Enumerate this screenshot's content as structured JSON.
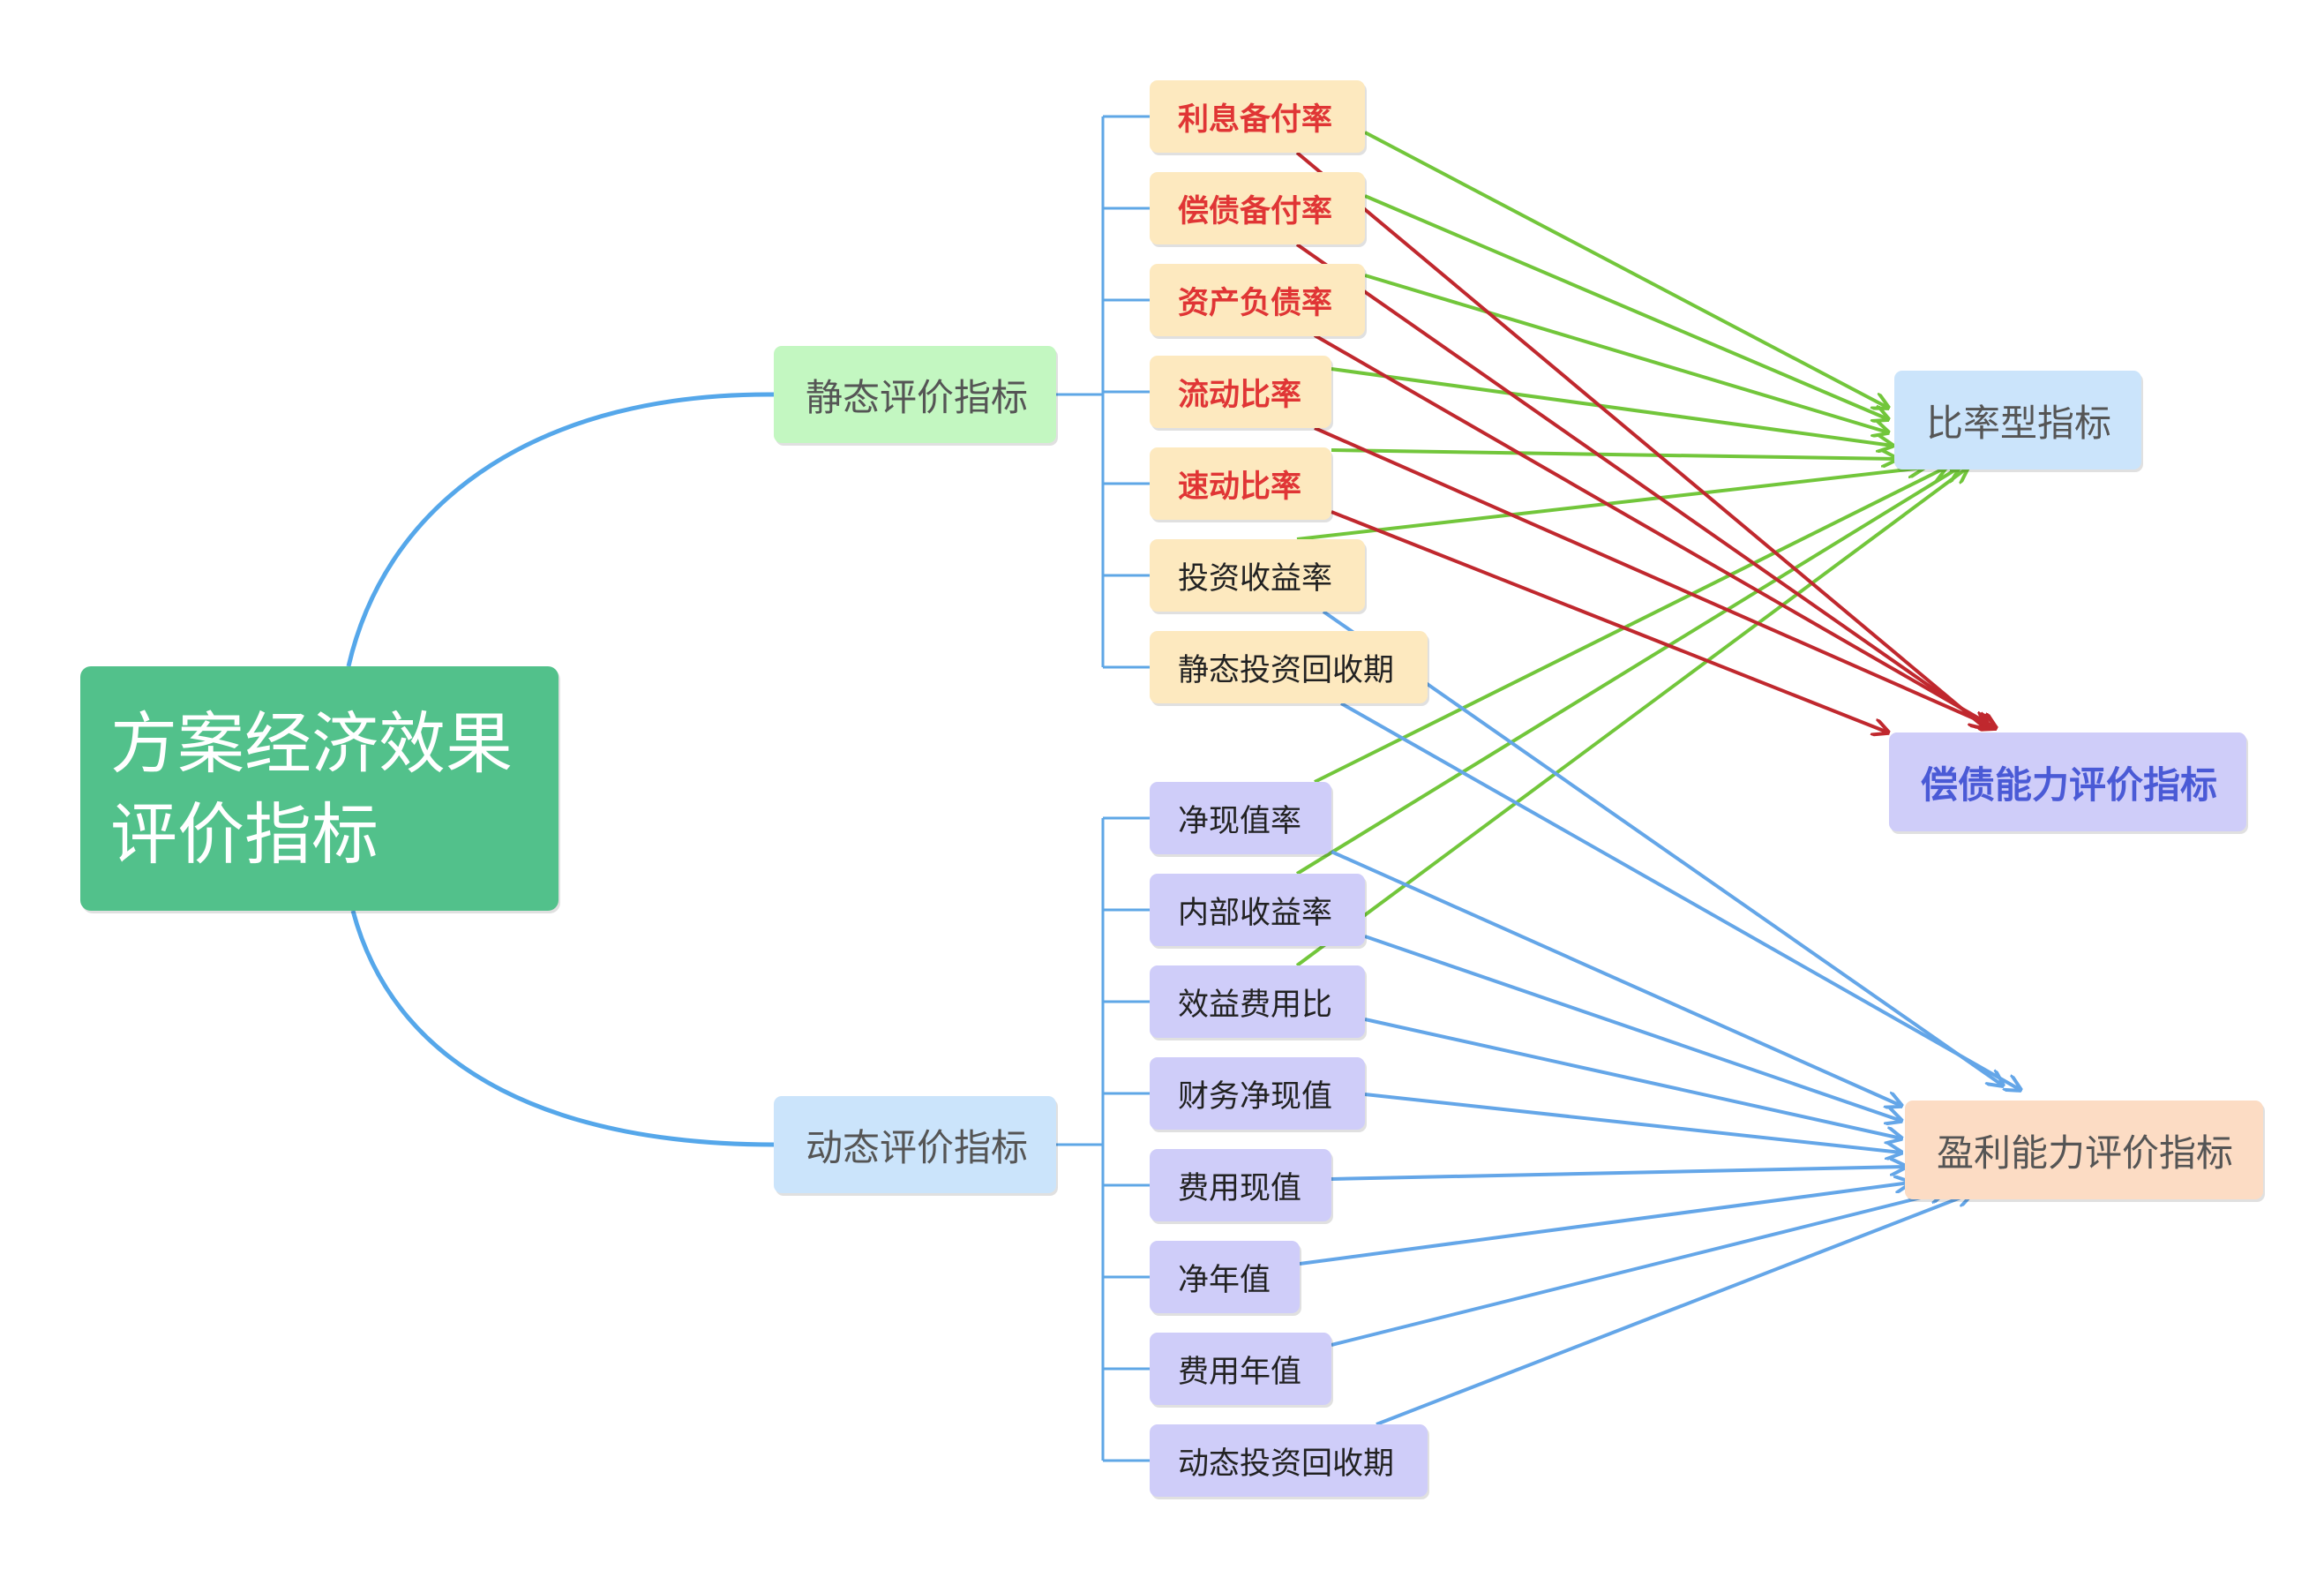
{
  "root": {
    "label": "方案经济效果评价指标"
  },
  "branches": {
    "static": "静态评价指标",
    "dynamic": "动态评价指标"
  },
  "static_items": [
    {
      "label": "利息备付率",
      "emphasis": true
    },
    {
      "label": "偿债备付率",
      "emphasis": true
    },
    {
      "label": "资产负债率",
      "emphasis": true
    },
    {
      "label": "流动比率",
      "emphasis": true
    },
    {
      "label": "速动比率",
      "emphasis": true
    },
    {
      "label": "投资收益率",
      "emphasis": false
    },
    {
      "label": "静态投资回收期",
      "emphasis": false
    }
  ],
  "dynamic_items": [
    {
      "label": "净现值率"
    },
    {
      "label": "内部收益率"
    },
    {
      "label": "效益费用比"
    },
    {
      "label": "财务净现值"
    },
    {
      "label": "费用现值"
    },
    {
      "label": "净年值"
    },
    {
      "label": "费用年值"
    },
    {
      "label": "动态投资回收期"
    }
  ],
  "targets": {
    "ratio": "比率型指标",
    "solvency": "偿债能力评价指标",
    "profit": "盈利能力评价指标"
  },
  "links": {
    "ratio": [
      "利息备付率",
      "偿债备付率",
      "资产负债率",
      "流动比率",
      "速动比率",
      "投资收益率",
      "净现值率",
      "内部收益率",
      "效益费用比"
    ],
    "solvency": [
      "利息备付率",
      "偿债备付率",
      "资产负债率",
      "流动比率",
      "速动比率"
    ],
    "profit": [
      "投资收益率",
      "静态投资回收期",
      "净现值率",
      "内部收益率",
      "效益费用比",
      "财务净现值",
      "费用现值",
      "净年值",
      "费用年值",
      "动态投资回收期"
    ]
  },
  "colors": {
    "ratio_link": "#72c63b",
    "solvency_link": "#c0282e",
    "profit_link": "#64a6e8",
    "tree_line": "#5fa7e6",
    "root_link": "#55a7ea",
    "emphasis_text": "#e03535"
  }
}
